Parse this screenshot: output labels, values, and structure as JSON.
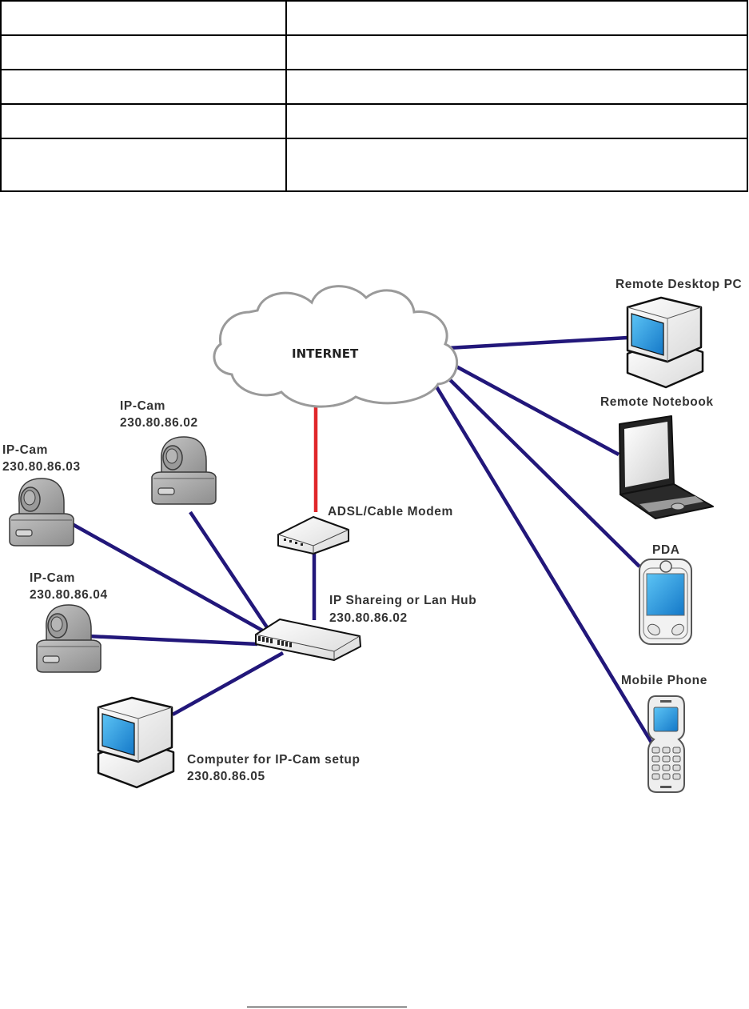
{
  "table": {
    "rows": [
      [
        "",
        ""
      ],
      [
        "",
        ""
      ],
      [
        "",
        ""
      ],
      [
        "",
        ""
      ],
      [
        "",
        ""
      ]
    ]
  },
  "diagram": {
    "internet_label": "INTERNET",
    "colors": {
      "link": "#22177a",
      "wan_link": "#e0262a",
      "screen": "#1f9ae0",
      "camera": "#a9a9a9",
      "cloud_stroke": "#9a9a9a"
    },
    "nodes": {
      "remote_pc": {
        "label": "Remote Desktop PC"
      },
      "remote_notebook": {
        "label": "Remote Notebook"
      },
      "pda": {
        "label": "PDA"
      },
      "mobile_phone": {
        "label": "Mobile Phone"
      },
      "modem": {
        "label": "ADSL/Cable Modem"
      },
      "hub": {
        "label": "IP Shareing or Lan Hub",
        "ip": "230.80.86.02"
      },
      "cam_02": {
        "label": "IP-Cam",
        "ip": "230.80.86.02"
      },
      "cam_03": {
        "label": "IP-Cam",
        "ip": "230.80.86.03"
      },
      "cam_04": {
        "label": "IP-Cam",
        "ip": "230.80.86.04"
      },
      "setup_pc": {
        "label": "Computer for IP-Cam setup",
        "ip": "230.80.86.05"
      }
    }
  }
}
